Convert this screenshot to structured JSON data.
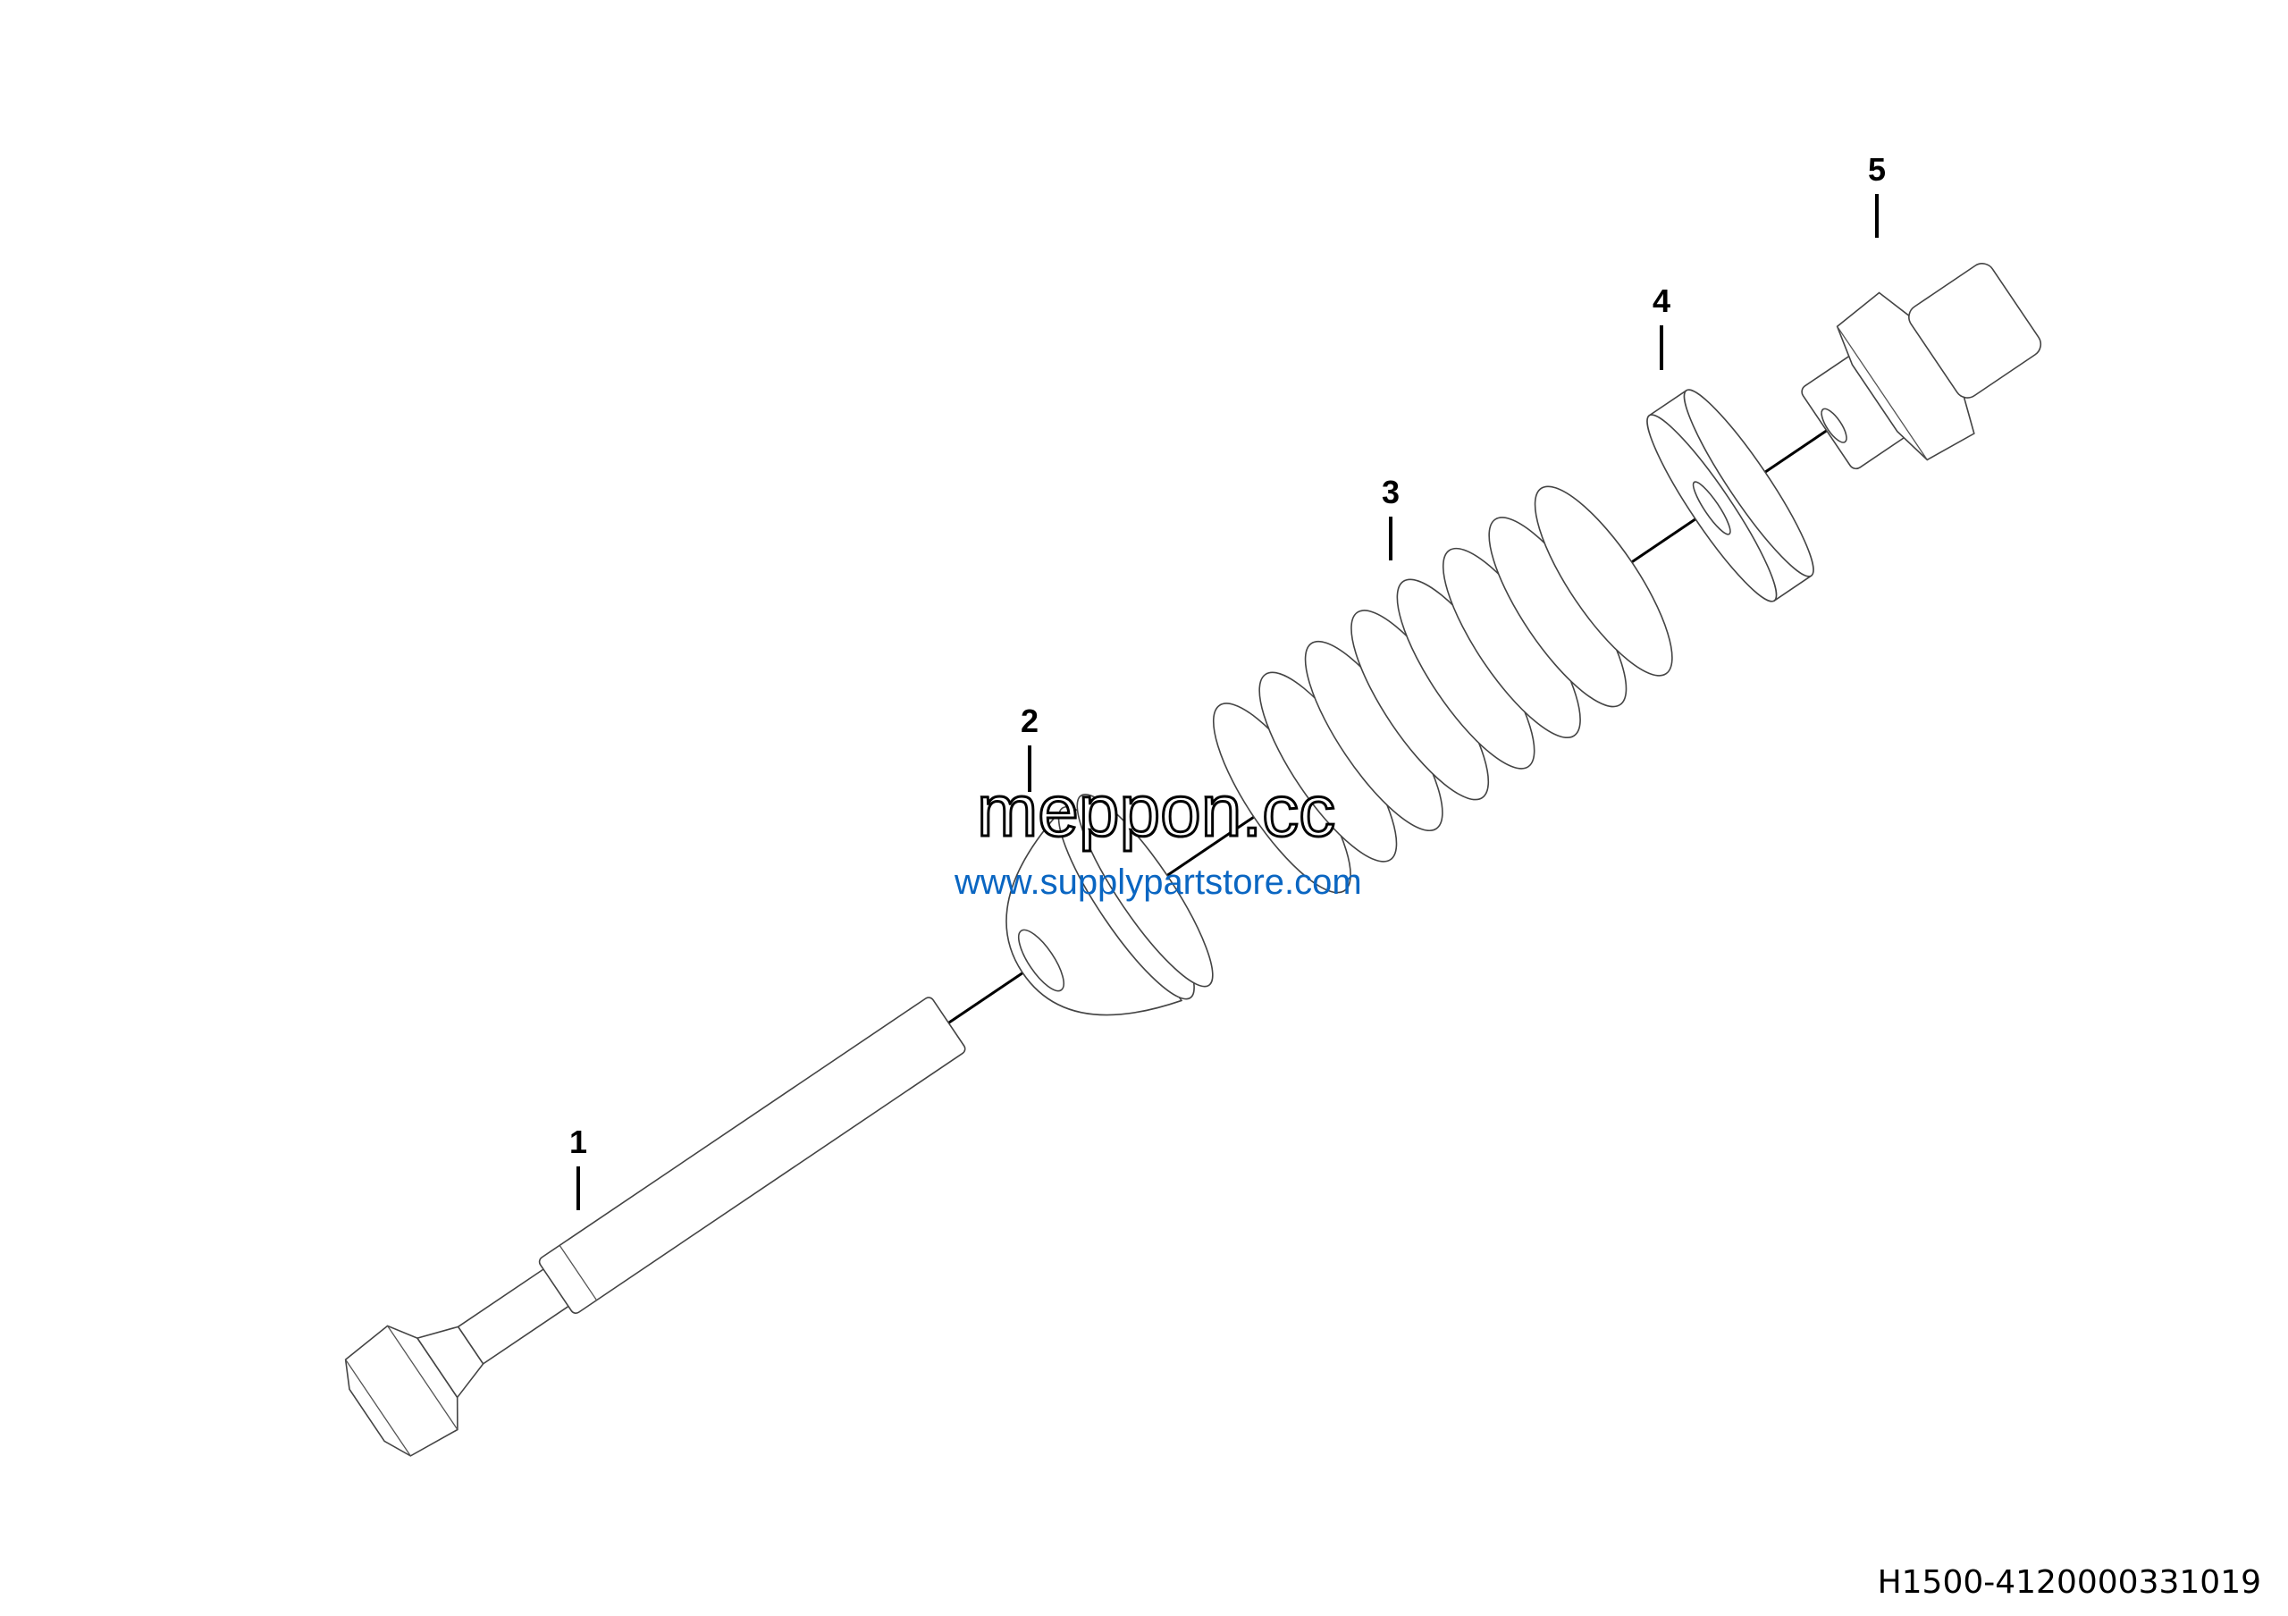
{
  "diagram": {
    "callouts": [
      "1",
      "2",
      "3",
      "4",
      "5"
    ],
    "drawing_code": "H1500-4120000331019",
    "watermarks": {
      "outline": "meppon.cc",
      "url": "www.supplypartstore.com",
      "url_color": "#0a66c2"
    }
  }
}
